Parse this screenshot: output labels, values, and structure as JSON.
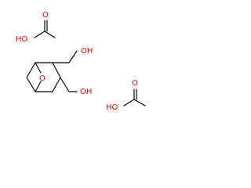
{
  "colors": {
    "bond": "#000000",
    "oxygen": "#ff0000",
    "background": "#ffffff"
  },
  "acetic_acid_top": {
    "hydroxyl_label": "HO",
    "carbonyl_label": "O"
  },
  "acetic_acid_bottom": {
    "hydroxyl_label": "HO",
    "carbonyl_label": "O"
  },
  "bicyclic": {
    "bridge_oxygen_label": "O",
    "hydroxymethyl_top_label": "OH",
    "hydroxymethyl_bottom_label": "OH"
  }
}
